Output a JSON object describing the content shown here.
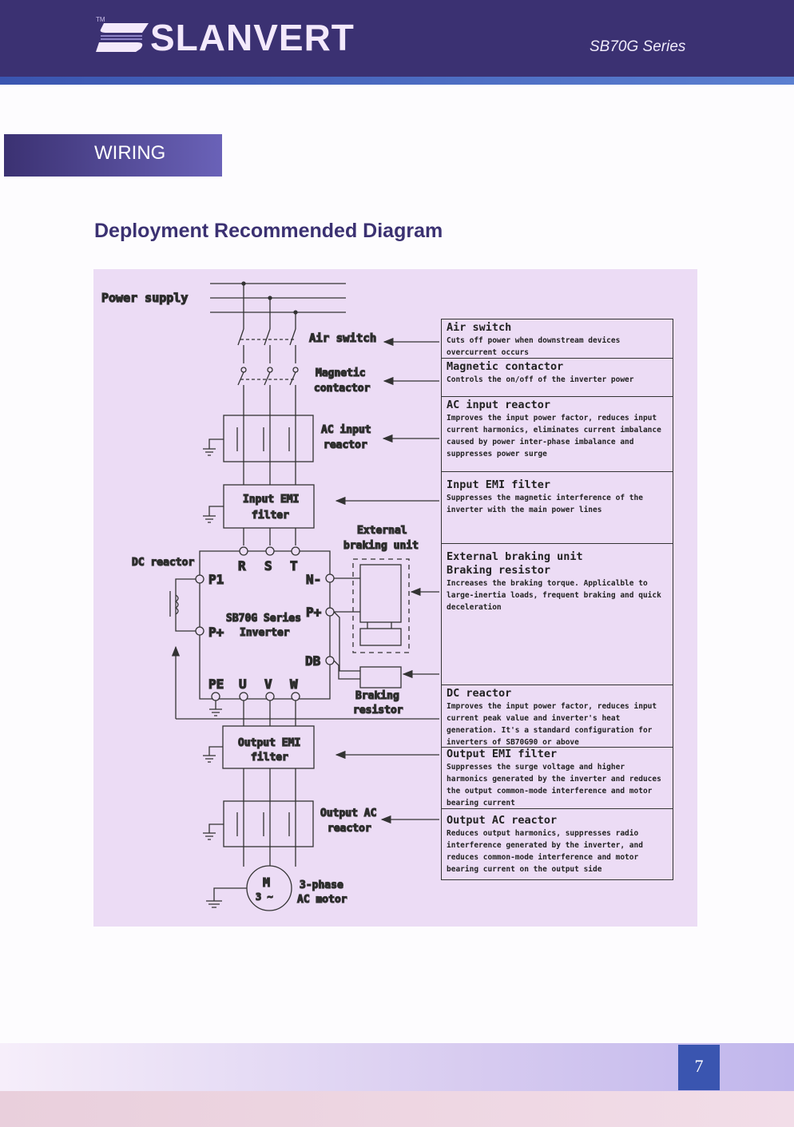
{
  "header": {
    "brand": "SLANVERT",
    "trademark": "TM",
    "series": "SB70G Series"
  },
  "section_tab": "WIRING",
  "title": "Deployment Recommended Diagram",
  "diagram": {
    "power_supply": "Power supply",
    "air_switch": "Air switch",
    "magnetic_contactor": [
      "Magnetic",
      "contactor"
    ],
    "ac_input_reactor": [
      "AC input",
      "reactor"
    ],
    "input_emi_filter": [
      "Input EMI",
      "filter"
    ],
    "external_braking_unit": [
      "External",
      "braking unit"
    ],
    "dc_reactor": "DC reactor",
    "terminals": {
      "r": "R",
      "s": "S",
      "t": "T",
      "p1": "P1",
      "pplus_left": "P+",
      "nminus": "N-",
      "pplus_right": "P+",
      "db": "DB",
      "pe": "PE",
      "u": "U",
      "v": "V",
      "w": "W"
    },
    "inverter": [
      "SB70G Series",
      "Inverter"
    ],
    "braking_resistor": [
      "Braking",
      "resistor"
    ],
    "output_emi_filter": [
      "Output EMI",
      "filter"
    ],
    "output_ac_reactor": [
      "Output AC",
      "reactor"
    ],
    "motor": {
      "m": "M",
      "phase": "3 ~",
      "label": [
        "3-phase",
        "AC motor"
      ]
    }
  },
  "descriptions": [
    {
      "title": "Air switch",
      "text": "Cuts off power when downstream devices overcurrent occurs"
    },
    {
      "title": "Magnetic contactor",
      "text": "Controls the on/off of the inverter power"
    },
    {
      "title": "AC input reactor",
      "text": "Improves the input power factor, reduces input current harmonics, eliminates current imbalance caused by power inter-phase imbalance and suppresses power surge"
    },
    {
      "title": "Input EMI filter",
      "text": "Suppresses the magnetic interference of the inverter with the main power lines"
    },
    {
      "title": "External braking unit",
      "title2": "Braking resistor",
      "text": "Increases the braking torque. Applicalble to large-inertia loads, frequent braking and quick deceleration"
    },
    {
      "title": "DC reactor",
      "text": "Improves the input power factor, reduces input current peak value and inverter's heat generation. It's a standard configuration for inverters of SB70G90 or above"
    },
    {
      "title": "Output EMI filter",
      "text": "Suppresses the surge voltage and higher harmonics generated by the inverter and reduces the output common-mode interference and motor bearing current"
    },
    {
      "title": "Output AC reactor",
      "text": "Reduces output harmonics, suppresses radio interference generated by the inverter, and reduces common-mode interference and motor bearing current on the output side"
    }
  ],
  "page_number": "7"
}
